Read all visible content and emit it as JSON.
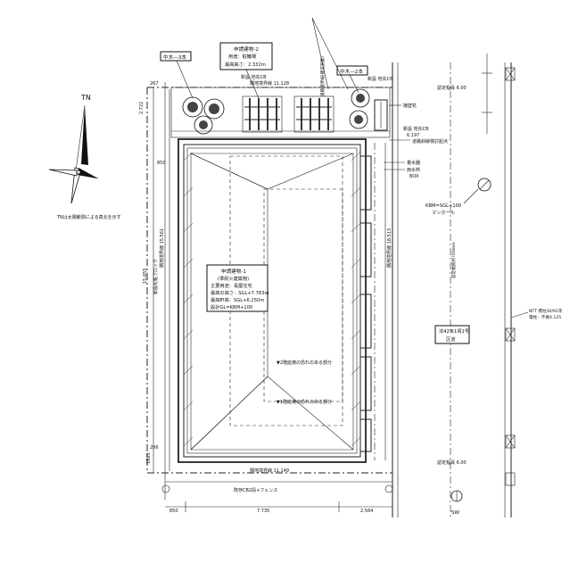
{
  "north": {
    "label": "TN",
    "note": "TNは太陽観測による真北を示す"
  },
  "label_zone_west": "中木―3本",
  "label_zone_east": "中木―2本",
  "building2": {
    "line1": "申請建物-2",
    "line2": "用途：駐輪場",
    "line3": "最高高さ：2.332m"
  },
  "building1": {
    "line1": "申請建物-1",
    "line2": "(準耐火建築物)",
    "line3": "主要用途：長屋住宅",
    "line4": "最高の高さ：SGL+7.783m",
    "line5": "最高軒高：SGL+6.250m",
    "line6": "設計GL=KBM+100"
  },
  "top_labels": {
    "neighbor_line": "隣地境界線 11.128",
    "new_gate_top": "新設 地先CB",
    "new_gate_top2": "新設 地先CB",
    "road_boundary_top": "道路境界線(確定測量)",
    "road_width_top": "認定幅員 6.00",
    "dim_top_left": "267",
    "dim_2722": "2.722"
  },
  "right_labels": {
    "fence": "擁壁杭",
    "new_cb": "新設 地先CB",
    "dim_6197": "6.197",
    "road_slope": "道路斜線検討起点",
    "water_meter": "量水器",
    "drain": "雨水桝",
    "box": "BOX",
    "kbm": "KBM=SGL+100",
    "manhole": "マンホール",
    "boundary_right": "隣地境界線 18.513",
    "road_dim": "認定幅員約700mm",
    "law": "法42条1項1号",
    "law2": "区道",
    "pole": "NTT 標柱30/91年",
    "pole2": "電柱：不要4.125",
    "road_width_bottom": "認定幅員 6.00"
  },
  "left_labels": {
    "dim_15655": "15.655",
    "neighbor_left": "隣地境界線 15.561",
    "new_block": "新設化粧ブロック",
    "dim_850": "850",
    "dim_266": "266",
    "dim_1883": "1883"
  },
  "center_notes": {
    "note_eave_upper": "▼2階延焼の恐れのある部分",
    "note_eave_lower": "▼1階延焼の恐れのある部分"
  },
  "bottom_labels": {
    "neighbor_bottom": "隣地境界線 11.149",
    "existing_cb": "既存CB2段+フェンス",
    "dim_850b": "850",
    "dim_7735": "7.735",
    "dim_2564": "2.564",
    "sw": "SW"
  }
}
